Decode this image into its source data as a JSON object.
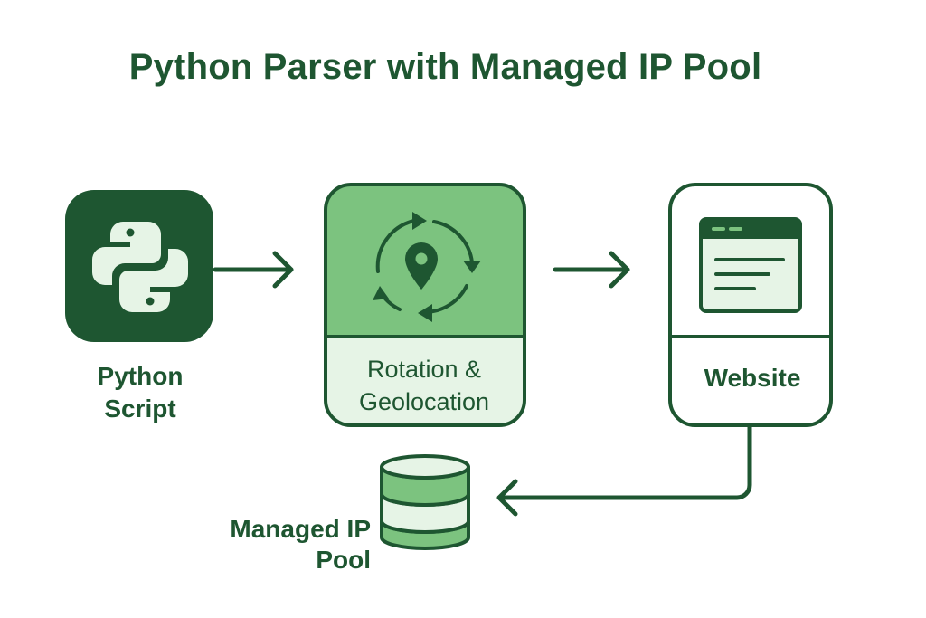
{
  "title": "Python Parser with Managed IP Pool",
  "colors": {
    "dark_green": "#1e5631",
    "mid_green": "#7cc37f",
    "light_green": "#e6f4e6",
    "white": "#ffffff"
  },
  "nodes": {
    "python_script": {
      "icon": "python-logo-icon",
      "label_lines": [
        "Python",
        "Script"
      ]
    },
    "rotation": {
      "icon": "location-rotation-icon",
      "label_lines": [
        "Rotation &",
        "Geolocation"
      ]
    },
    "website": {
      "icon": "browser-window-icon",
      "label": "Website"
    },
    "ip_pool": {
      "icon": "database-icon",
      "label_lines": [
        "Managed IP",
        "Pool"
      ]
    }
  },
  "edges": [
    {
      "from": "python_script",
      "to": "rotation"
    },
    {
      "from": "rotation",
      "to": "website"
    },
    {
      "from": "website",
      "to": "ip_pool"
    }
  ]
}
